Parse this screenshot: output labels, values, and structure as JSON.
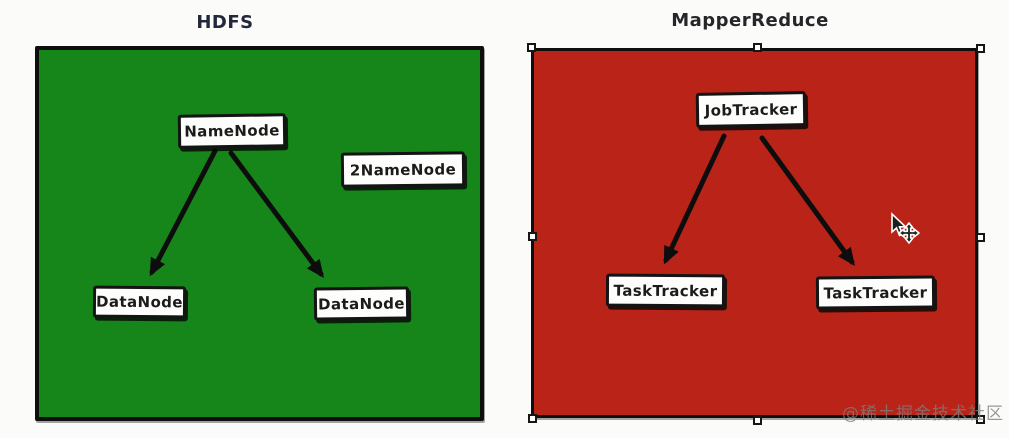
{
  "hdfs_panel": {
    "title": "HDFS",
    "fill": "#17861a",
    "nodes": {
      "namenode": "NameNode",
      "secondary_namenode": "2NameNode",
      "datanode_left": "DataNode",
      "datanode_right": "DataNode"
    },
    "edges": [
      {
        "from": "namenode",
        "to": "datanode_left"
      },
      {
        "from": "namenode",
        "to": "datanode_right"
      }
    ]
  },
  "mapreduce_panel": {
    "title": "MapperReduce",
    "fill": "#ba2318",
    "selected": true,
    "selection_handle_count": 8,
    "nodes": {
      "jobtracker": "JobTracker",
      "tasktracker_left": "TaskTracker",
      "tasktracker_right": "TaskTracker"
    },
    "edges": [
      {
        "from": "jobtracker",
        "to": "tasktracker_left"
      },
      {
        "from": "jobtracker",
        "to": "tasktracker_right"
      }
    ]
  },
  "cursor": {
    "icon": "move-pointer"
  },
  "watermark": {
    "text": "@稀土掘金技术社区",
    "color": "#7d7d7d"
  },
  "colors": {
    "background": "#fbfbfa",
    "outline": "#0e0e0e",
    "node_fill": "#fdfdfc",
    "arrow": "#0d0d0d"
  }
}
